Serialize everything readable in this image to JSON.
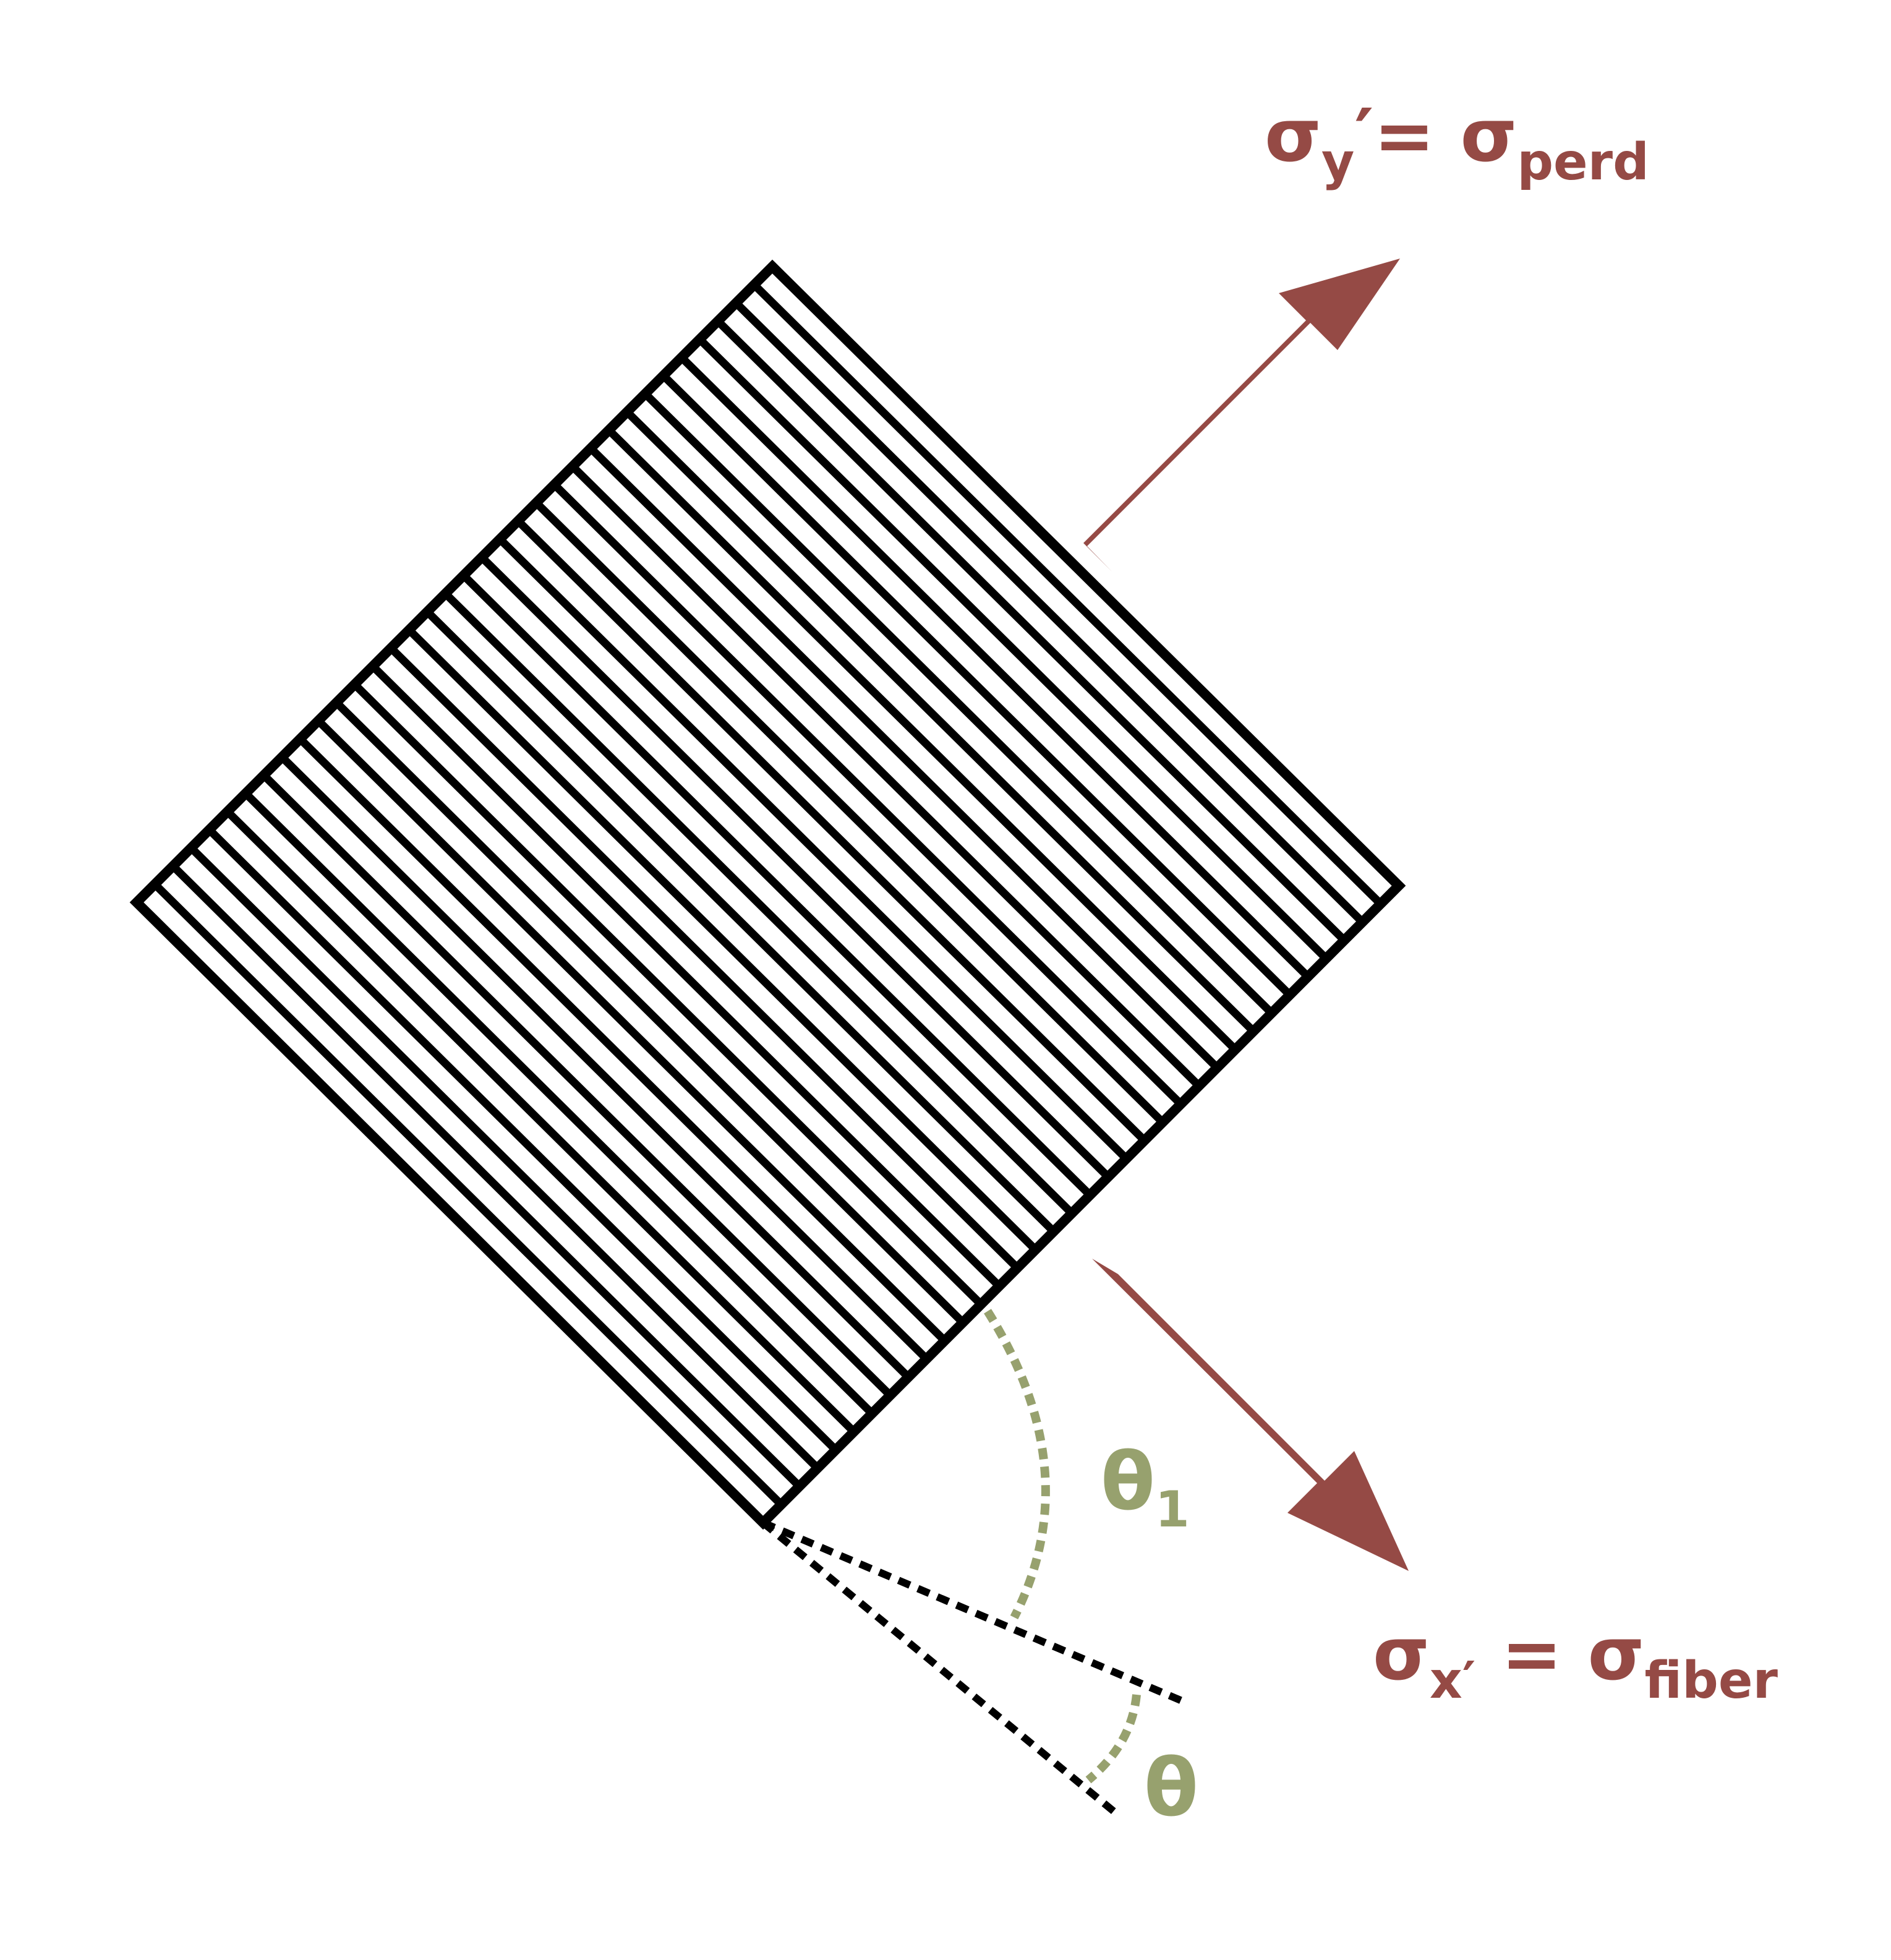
{
  "diagram": {
    "colors": {
      "stress": "#954a45",
      "angle": "#97a16e",
      "outline": "#000000",
      "background": "#ffffff"
    },
    "stress_perpendicular": {
      "symbol": "σ",
      "subscript": "y",
      "prime": "′",
      "equals": "= ",
      "rhs_symbol": "σ",
      "rhs_subscript": "perd"
    },
    "stress_fiber": {
      "symbol": "σ",
      "subscript": "x′",
      "equals": " = ",
      "rhs_symbol": "σ",
      "rhs_subscript": "fiber"
    },
    "angle_theta1": {
      "symbol": "θ",
      "subscript": "1"
    },
    "angle_theta": {
      "symbol": "θ"
    },
    "element": {
      "fiber_count": 34,
      "icon": "fiber-lamina-element"
    }
  }
}
